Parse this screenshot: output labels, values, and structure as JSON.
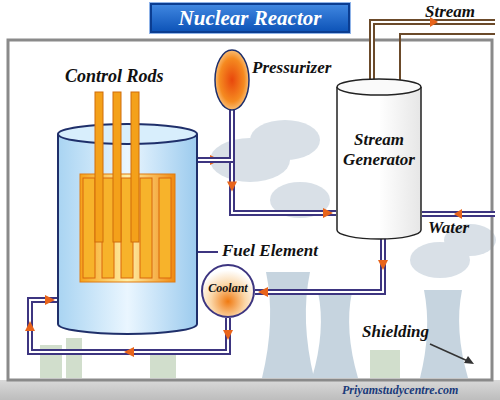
{
  "diagram": {
    "title": "Nuclear Reactor",
    "nodes": [
      {
        "text": [
          "Control Rods"
        ]
      },
      {
        "text": [
          "Pressurizer"
        ]
      },
      {
        "text": [
          "Stream Generator"
        ]
      },
      {
        "text": [
          "Coolant"
        ]
      }
    ],
    "edges": [
      {
        "from": 0,
        "to": 2,
        "arrow": "to"
      },
      {
        "from": 0,
        "to": 1,
        "arrow": "none"
      },
      {
        "from": 2,
        "to": 3,
        "arrow": "to"
      },
      {
        "from": 3,
        "to": 0,
        "arrow": "to"
      }
    ],
    "labels": [
      "Stream",
      "Water",
      "Fuel Element",
      "Shielding",
      "Priyamstudycentre.com"
    ]
  }
}
